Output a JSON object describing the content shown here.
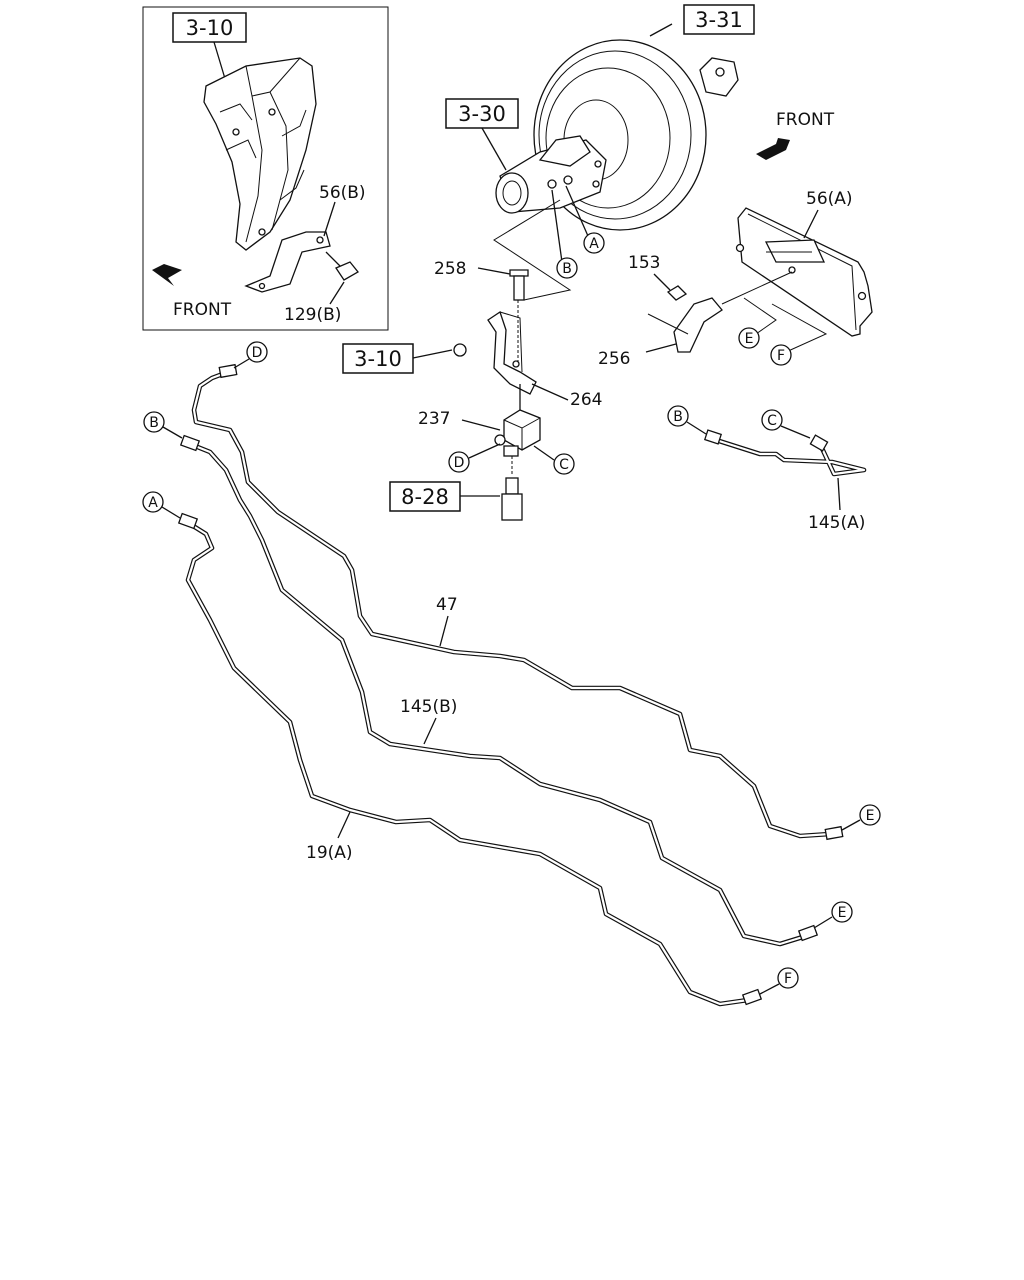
{
  "refs": {
    "r_3_10_inset": "3-10",
    "r_3_31": "3-31",
    "r_3_30": "3-30",
    "r_3_10_main": "3-10",
    "r_8_28": "8-28"
  },
  "parts": {
    "p56b": "56(B)",
    "p129b": "129(B)",
    "p258": "258",
    "p153": "153",
    "p56a": "56(A)",
    "p256": "256",
    "p264": "264",
    "p237": "237",
    "p145a": "145(A)",
    "p47": "47",
    "p145b": "145(B)",
    "p19a": "19(A)"
  },
  "directions": {
    "front_inset": "FRONT",
    "front_main": "FRONT"
  },
  "markers": {
    "A": "A",
    "B": "B",
    "C": "C",
    "D": "D",
    "E": "E",
    "F": "F"
  },
  "colors": {
    "line": "#111111",
    "background": "#ffffff"
  }
}
